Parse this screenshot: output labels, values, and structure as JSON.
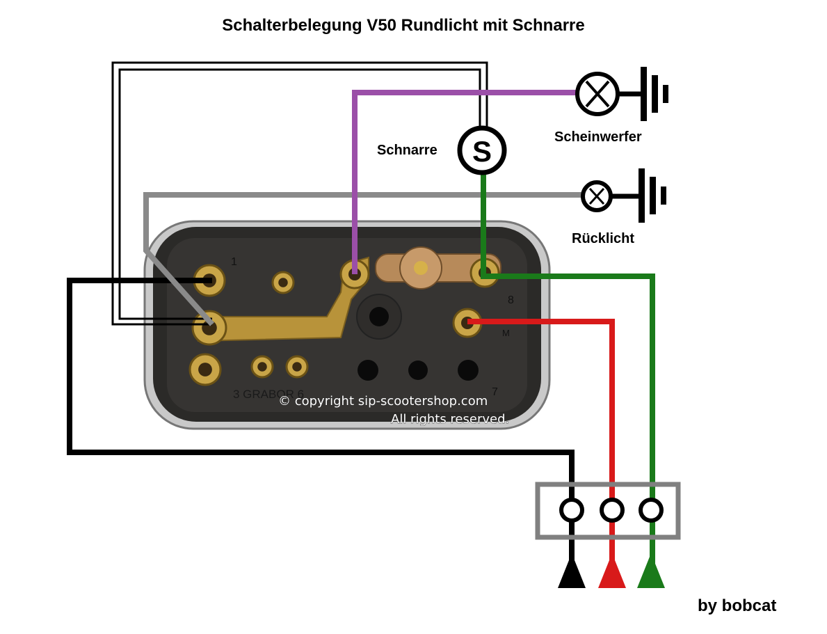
{
  "title": "Schalterbelegung V50 Rundlicht mit Schnarre",
  "labels": {
    "schnarre": "Schnarre",
    "schnarre_symbol": "S",
    "scheinwerfer": "Scheinwerfer",
    "ruecklicht": "Rücklicht",
    "signature": "by bobcat"
  },
  "switch": {
    "terminal_numbers": [
      "1",
      "8",
      "M",
      "7"
    ],
    "maker_text": "3 GRABOR 6",
    "copyright_line1": "© copyright sip-scootershop.com",
    "copyright_line2": "All rights reserved."
  },
  "wires": [
    {
      "name": "black",
      "color": "#000000"
    },
    {
      "name": "white",
      "color": "#ffffff"
    },
    {
      "name": "gray",
      "color": "#8a8a8a"
    },
    {
      "name": "violet",
      "color": "#9b4fa8"
    },
    {
      "name": "green",
      "color": "#1a7a1a"
    },
    {
      "name": "red",
      "color": "#d81a1a"
    }
  ],
  "colors": {
    "brass": "#b8933a",
    "switch_body": "#2b2a28",
    "terminal_block": "#808080"
  }
}
